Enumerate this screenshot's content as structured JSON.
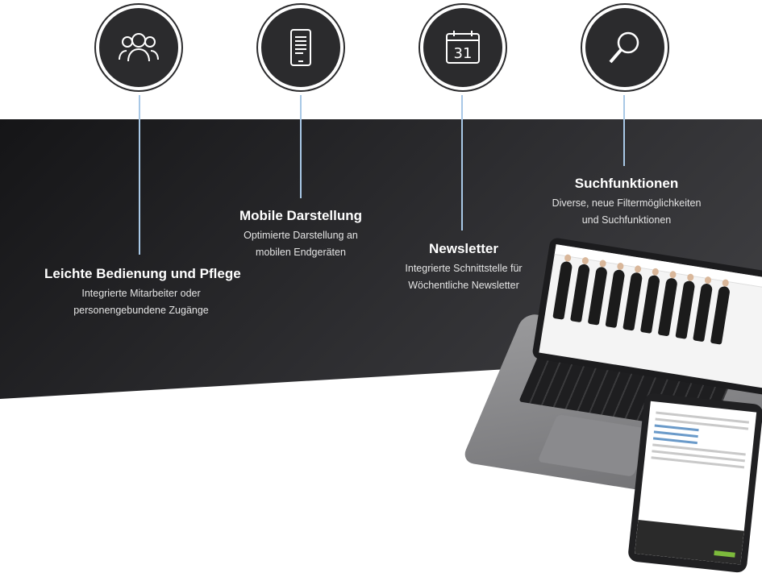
{
  "features": [
    {
      "id": "users",
      "icon": "users-group-icon",
      "title": "Leichte Bedienung und Pflege",
      "desc_lines": [
        "Integrierte Mitarbeiter oder",
        "personengebundene Zugänge"
      ]
    },
    {
      "id": "mobile",
      "icon": "smartphone-icon",
      "title": "Mobile Darstellung",
      "desc_lines": [
        "Optimierte Darstellung an",
        "mobilen Endgeräten"
      ]
    },
    {
      "id": "newsletter",
      "icon": "calendar-icon",
      "calendar_day": "31",
      "title": "Newsletter",
      "desc_lines": [
        "Integrierte Schnittstelle für",
        "Wöchentliche Newsletter"
      ]
    },
    {
      "id": "search",
      "icon": "magnifier-icon",
      "title": "Suchfunktionen",
      "desc_lines": [
        "Diverse, neue Filtermöglichkeiten",
        "und Suchfunktionen"
      ]
    }
  ],
  "colors": {
    "band": "#2a2a2c",
    "connector": "#a8c8e6",
    "circle": "#2b2b2d"
  }
}
